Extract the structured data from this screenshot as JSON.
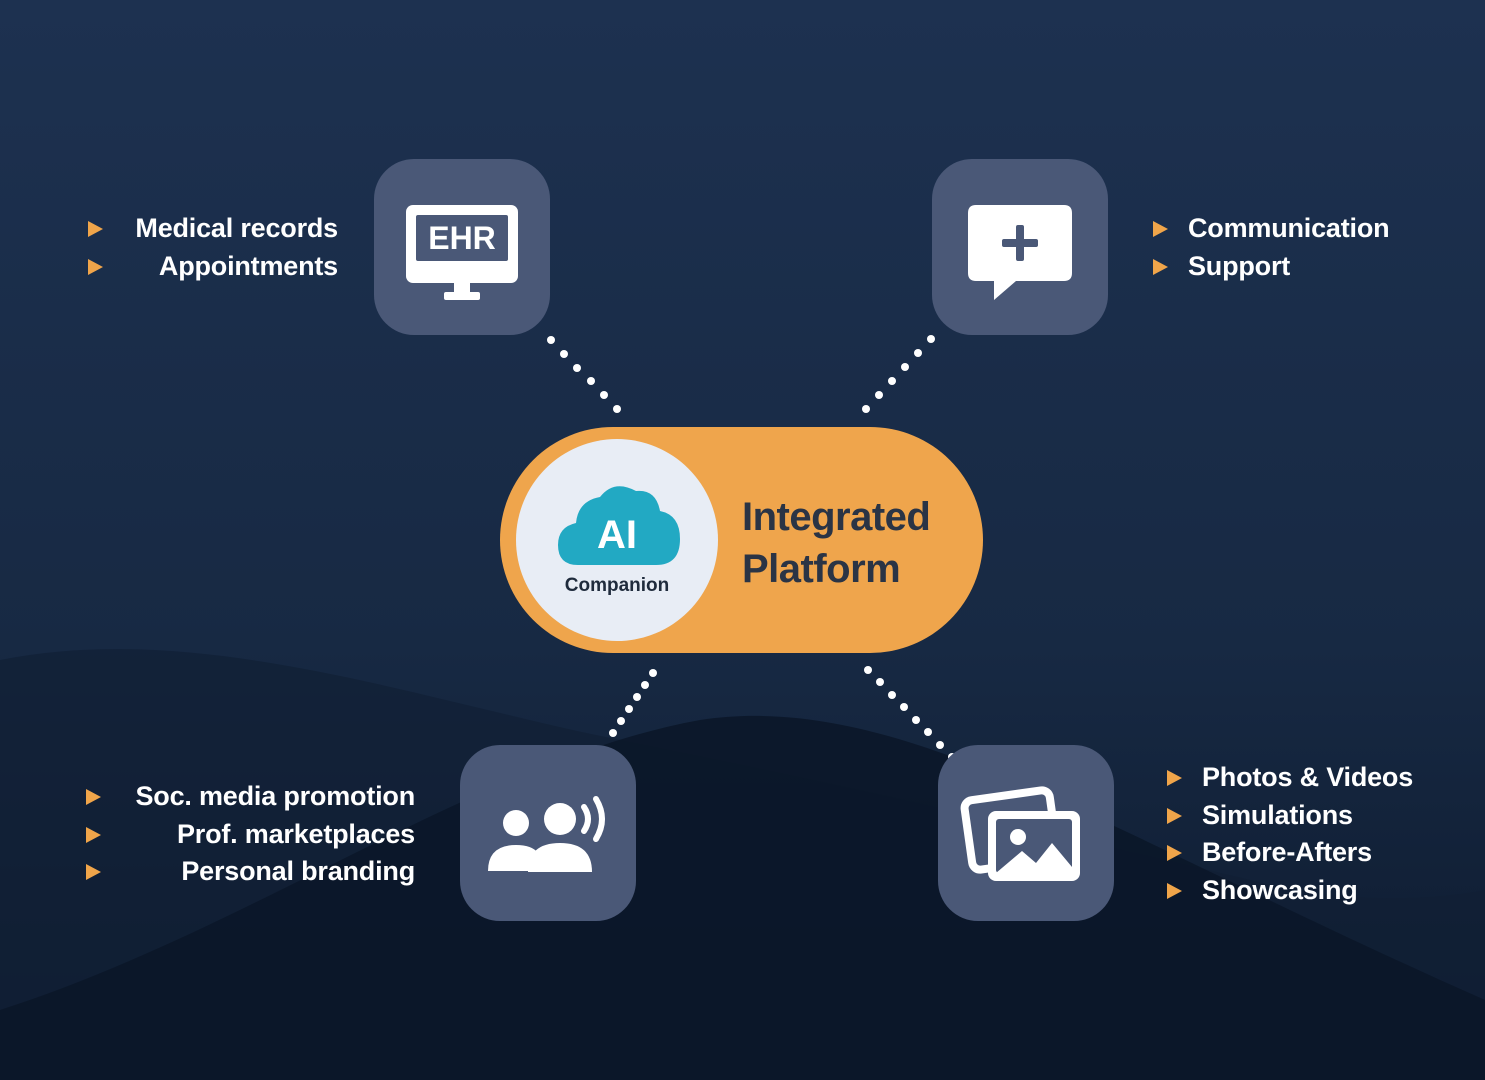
{
  "center": {
    "ai_badge": "AI",
    "ai_caption": "Companion",
    "title_line1": "Integrated",
    "title_line2": "Platform",
    "colors": {
      "pill": "#efa54c",
      "cloud": "#22a9c3",
      "circle": "#e8edf5"
    }
  },
  "nodes": {
    "ehr": {
      "icon": "ehr-monitor-icon",
      "icon_label": "EHR",
      "items": [
        "Medical records",
        "Appointments"
      ]
    },
    "communication": {
      "icon": "chat-plus-icon",
      "items": [
        "Communication",
        "Support"
      ]
    },
    "social": {
      "icon": "people-broadcast-icon",
      "items": [
        "Soc. media promotion",
        "Prof. marketplaces",
        "Personal branding"
      ]
    },
    "media": {
      "icon": "photo-gallery-icon",
      "items": [
        "Photos & Videos",
        "Simulations",
        "Before-Afters",
        "Showcasing"
      ]
    }
  },
  "colors": {
    "background": "#1c2f4d",
    "tile": "#4a5877",
    "bullet": "#f0a54a",
    "text": "#ffffff"
  }
}
